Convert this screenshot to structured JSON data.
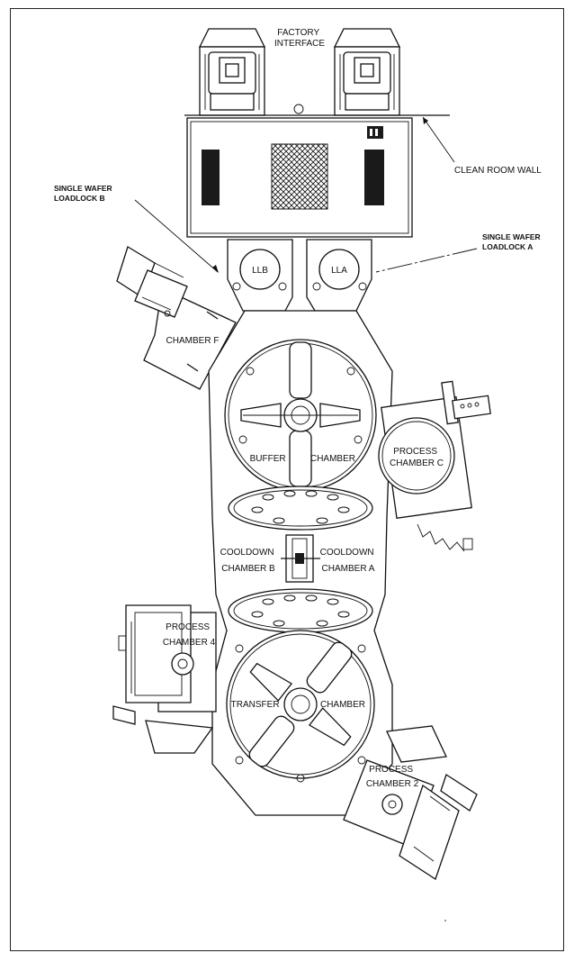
{
  "labels": {
    "factory_interface": [
      "FACTORY",
      "INTERFACE"
    ],
    "clean_room_wall": "CLEAN ROOM WALL",
    "loadlock_b": [
      "SINGLE WAFER",
      "LOADLOCK B"
    ],
    "loadlock_a": [
      "SINGLE WAFER",
      "LOADLOCK A"
    ],
    "llb": "LLB",
    "lla": "LLA",
    "chamber_f": "CHAMBER F",
    "buffer_chamber": [
      "BUFFER",
      "CHAMBER"
    ],
    "process_chamber_c": [
      "PROCESS",
      "CHAMBER C"
    ],
    "cooldown_b": [
      "COOLDOWN",
      "CHAMBER B"
    ],
    "cooldown_a": [
      "COOLDOWN",
      "CHAMBER A"
    ],
    "process_chamber_4": [
      "PROCESS",
      "CHAMBER 4"
    ],
    "transfer_chamber": [
      "TRANSFER",
      "CHAMBER"
    ],
    "process_chamber_2": [
      "PROCESS",
      "CHAMBER 2"
    ]
  },
  "colors": {
    "line": "#111111",
    "fill_dark": "#1a1a1a",
    "background": "#ffffff"
  }
}
